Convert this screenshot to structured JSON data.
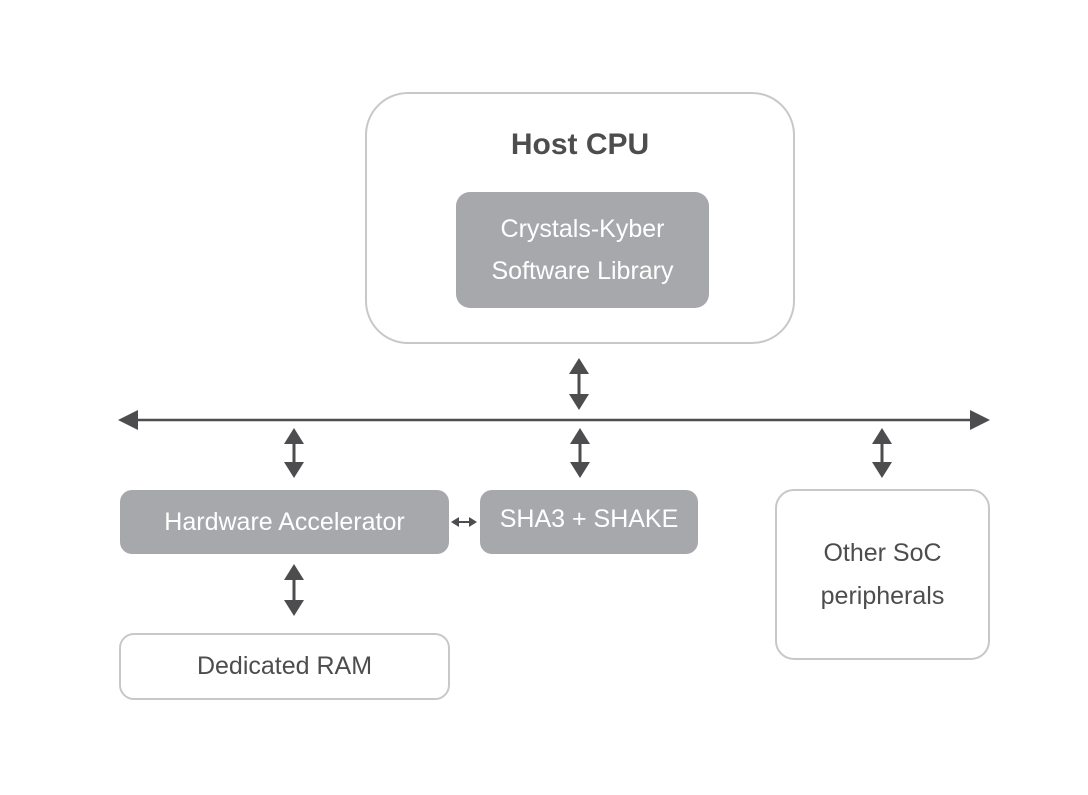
{
  "host": {
    "title": "Host CPU",
    "library_label": "Crystals-Kyber\nSoftware Library"
  },
  "blocks": {
    "hardware_accelerator": "Hardware Accelerator",
    "sha3_shake": "SHA3 + SHAKE",
    "dedicated_ram": "Dedicated RAM",
    "other_soc": "Other SoC\nperipherals"
  },
  "colors": {
    "outline": "#c8c8ca",
    "filled_box": "#a7a8ac",
    "arrow": "#4d4d4f",
    "text_dark": "#4d4d4f",
    "text_light": "#ffffff"
  }
}
